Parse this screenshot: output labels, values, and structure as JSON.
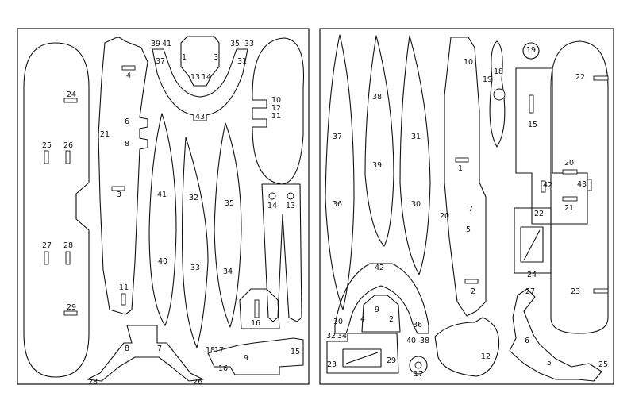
{
  "colors": {
    "ink": "#111111",
    "paper": "#ffffff"
  },
  "left_sheet": {
    "labels": [
      "24",
      "25",
      "26",
      "27",
      "28",
      "29",
      "4",
      "21",
      "6",
      "8",
      "3",
      "11",
      "39",
      "41",
      "37",
      "1",
      "3",
      "35",
      "33",
      "31",
      "13",
      "14",
      "43",
      "10",
      "12",
      "11",
      "41",
      "32",
      "35",
      "40",
      "33",
      "34",
      "14",
      "13",
      "16",
      "8",
      "7",
      "28",
      "26",
      "18",
      "17",
      "15",
      "16",
      "9"
    ]
  },
  "right_sheet": {
    "labels": [
      "37",
      "36",
      "38",
      "39",
      "31",
      "30",
      "10",
      "1",
      "20",
      "7",
      "5",
      "2",
      "19",
      "18",
      "19",
      "15",
      "22",
      "20",
      "42",
      "43",
      "21",
      "22",
      "24",
      "23",
      "42",
      "9",
      "4",
      "2",
      "30",
      "34",
      "36",
      "40",
      "38",
      "32",
      "23",
      "29",
      "17",
      "12",
      "27",
      "6",
      "5",
      "25"
    ]
  }
}
